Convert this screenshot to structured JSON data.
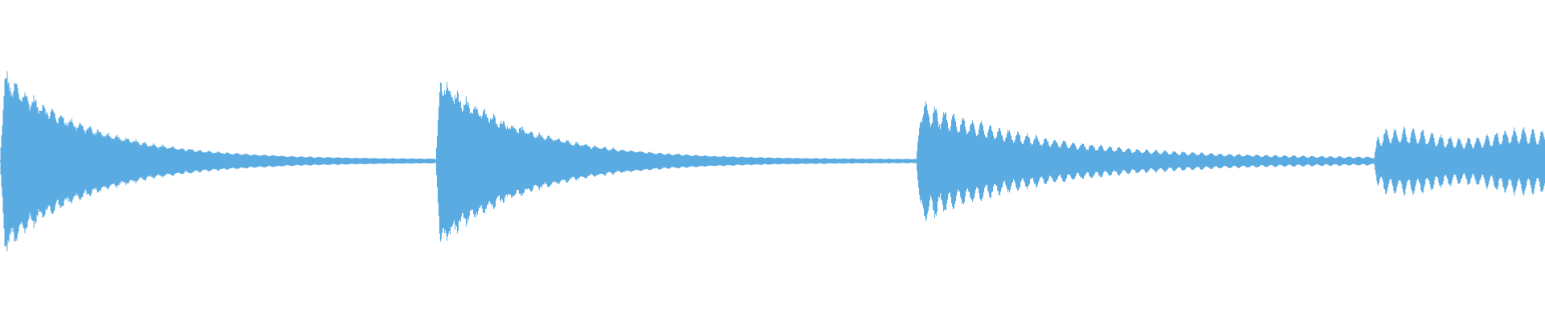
{
  "waveform": {
    "color": "#5aabe2",
    "segments": [
      {
        "start": 0.0,
        "end": 0.282,
        "peak": 0.62,
        "decay": 0.2,
        "floor": 0.012,
        "ripple": 0.18
      },
      {
        "start": 0.282,
        "end": 0.593,
        "peak": 0.58,
        "decay": 0.18,
        "floor": 0.012,
        "ripple": 0.16
      },
      {
        "start": 0.593,
        "end": 0.889,
        "peak": 0.42,
        "decay": 0.26,
        "floor": 0.02,
        "ripple": 0.35
      },
      {
        "start": 0.889,
        "end": 1.0,
        "peak": 0.22,
        "decay": 1.2,
        "floor": 0.09,
        "ripple": 0.45
      }
    ]
  }
}
